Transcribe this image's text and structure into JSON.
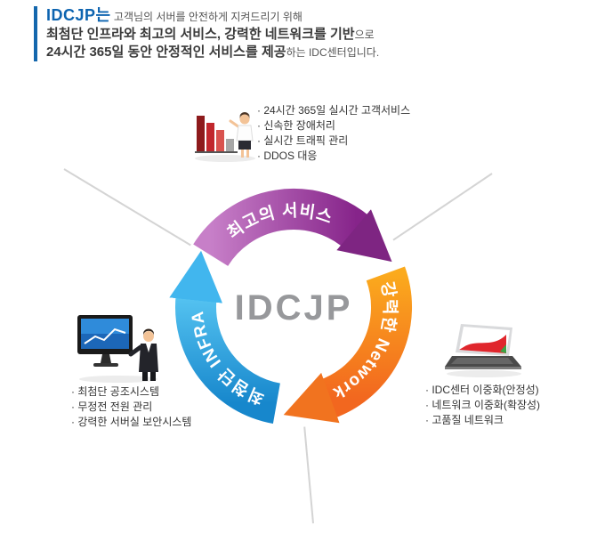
{
  "header": {
    "brand": "IDCJP는",
    "line1_rest": " 고객님의 서버를 안전하게 지켜드리기 위해",
    "line2_bold": "최첨단 인프라와 최고의 서비스, 강력한 네트워크를 기반",
    "line2_rest": "으로",
    "line3_bold": "24시간 365일 동안 안정적인 서비스를 제공",
    "line3_rest": "하는 IDC센터입니다."
  },
  "diagram": {
    "center_label": "IDCJP",
    "segments": [
      {
        "label": "최고의 서비스",
        "color_start": "#c77fc8",
        "color_end": "#86248a"
      },
      {
        "label": "강력한 Network",
        "color_start": "#fbaa1d",
        "color_end": "#f2671f"
      },
      {
        "label": "최첨단 INFRA",
        "color_start": "#55c3f1",
        "color_end": "#1787cc"
      }
    ]
  },
  "features": {
    "service": {
      "items": [
        "· 24시간 365일 실시간 고객서비스",
        "· 신속한 장애처리",
        "· 실시간 트래픽 관리",
        "· DDOS 대응"
      ]
    },
    "infra": {
      "items": [
        "· 최첨단 공조시스템",
        "· 무정전 전원 관리",
        "· 강력한 서버실 보안시스템"
      ]
    },
    "network": {
      "items": [
        "· IDC센터 이중화(안정성)",
        "· 네트워크 이중화(확장성)",
        "· 고품질 네트워크"
      ]
    }
  },
  "colors": {
    "brand_blue": "#0d64b0",
    "purple": "#86248a",
    "orange": "#f7931e",
    "blue": "#2aa9e0",
    "ray_gray": "#d4d4d4"
  }
}
